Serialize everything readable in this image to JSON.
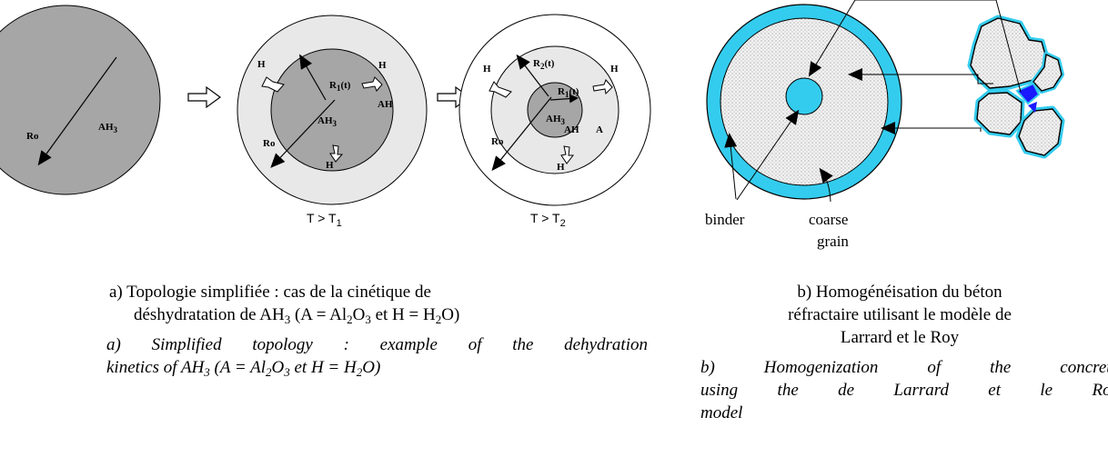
{
  "labels": {
    "ro": "Ro",
    "ah3": "AH",
    "ah3_sub": "3",
    "ah": "AH",
    "a": "A",
    "h": "H",
    "r1t": "R",
    "r1t_sub": "1",
    "r1t_tail": "(t)",
    "r2t": "R",
    "r2t_sub": "2",
    "r2t_tail": "(t)",
    "t1_main": "T > T",
    "t1_sub": "1",
    "t2_main": "T > T",
    "t2_sub": "2",
    "binder": "binder",
    "coarse": "coarse",
    "grain": "grain"
  },
  "caption_a": {
    "fr_line1": "a)   Topologie simplifiée : cas de la cinétique de",
    "fr_line2_pre": "déshydratation de  AH",
    "fr_line2_sub3": "3",
    "fr_line2_mid": " (A = Al",
    "fr_sub2": "2",
    "fr_O": "O",
    "fr_sub3": "3",
    "fr_line2_and": " et H = H",
    "fr_sub2b": "2",
    "fr_line2_end": "O)",
    "en_line1": "a) Simplified topology : example of the dehydration",
    "en_line2_pre": "kinetics of AH",
    "en_sub3": "3",
    "en_line2_mid": " (A = Al",
    "en_sub2": "2",
    "en_O": "O",
    "en_sub3b": "3",
    "en_line2_and": " et H = H",
    "en_sub2b": "2",
    "en_line2_end": "O)"
  },
  "caption_b": {
    "fr_line1": "b)   Homogénéisation du béton",
    "fr_line2": "réfractaire utilisant le modèle de",
    "fr_line3": "Larrard et le Roy",
    "en_line1": "b) Homogenization of the concrete",
    "en_line2": "using the de Larrard et le Roy",
    "en_line3": "model"
  },
  "colors": {
    "ah3_fill": "#a6a6a6",
    "inner_fill": "#a6a6a6",
    "ah_fill": "#e8e8e8",
    "binder_fill": "#33ccee",
    "grain_fill": "#eeeeee",
    "dark_blue": "#1a1aff"
  }
}
